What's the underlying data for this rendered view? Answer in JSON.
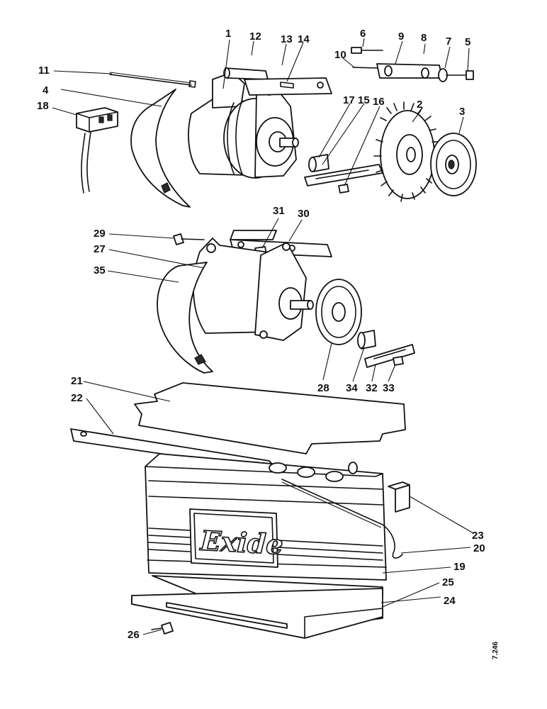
{
  "brand_text": "Exide",
  "figure_ref": "7.246",
  "parts": [
    {
      "n": "1"
    },
    {
      "n": "2"
    },
    {
      "n": "3"
    },
    {
      "n": "4"
    },
    {
      "n": "5"
    },
    {
      "n": "6"
    },
    {
      "n": "7"
    },
    {
      "n": "8"
    },
    {
      "n": "9"
    },
    {
      "n": "10"
    },
    {
      "n": "11"
    },
    {
      "n": "12"
    },
    {
      "n": "13"
    },
    {
      "n": "14"
    },
    {
      "n": "15"
    },
    {
      "n": "16"
    },
    {
      "n": "17"
    },
    {
      "n": "18"
    },
    {
      "n": "19"
    },
    {
      "n": "20"
    },
    {
      "n": "21"
    },
    {
      "n": "22"
    },
    {
      "n": "23"
    },
    {
      "n": "24"
    },
    {
      "n": "25"
    },
    {
      "n": "26"
    },
    {
      "n": "27"
    },
    {
      "n": "28"
    },
    {
      "n": "29"
    },
    {
      "n": "30"
    },
    {
      "n": "31"
    },
    {
      "n": "32"
    },
    {
      "n": "33"
    },
    {
      "n": "34"
    },
    {
      "n": "35"
    }
  ]
}
